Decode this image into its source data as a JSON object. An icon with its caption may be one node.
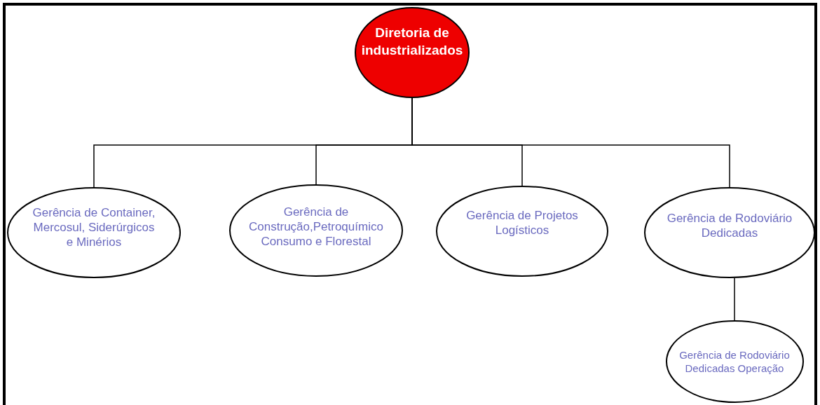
{
  "diagram": {
    "nodes": [
      {
        "text": [
          "Diretoria de industrializados"
        ]
      },
      {
        "text": [
          "Gerência de Container, Mercosul, Siderúrgicos e Minérios"
        ]
      },
      {
        "text": [
          "Gerência de Construção,Petroquímico Consumo e Florestal"
        ]
      },
      {
        "text": [
          "Gerência de Projetos Logísticos"
        ]
      },
      {
        "text": [
          "Gerência de Rodoviário Dedicadas"
        ]
      },
      {
        "text": [
          "Gerência de Rodoviário Dedicadas Operação"
        ]
      }
    ],
    "edges": [
      {
        "from": 0,
        "to": 1,
        "arrow": "none"
      },
      {
        "from": 0,
        "to": 2,
        "arrow": "none"
      },
      {
        "from": 0,
        "to": 3,
        "arrow": "none"
      },
      {
        "from": 0,
        "to": 4,
        "arrow": "none"
      },
      {
        "from": 4,
        "to": 5,
        "arrow": "none"
      }
    ]
  }
}
